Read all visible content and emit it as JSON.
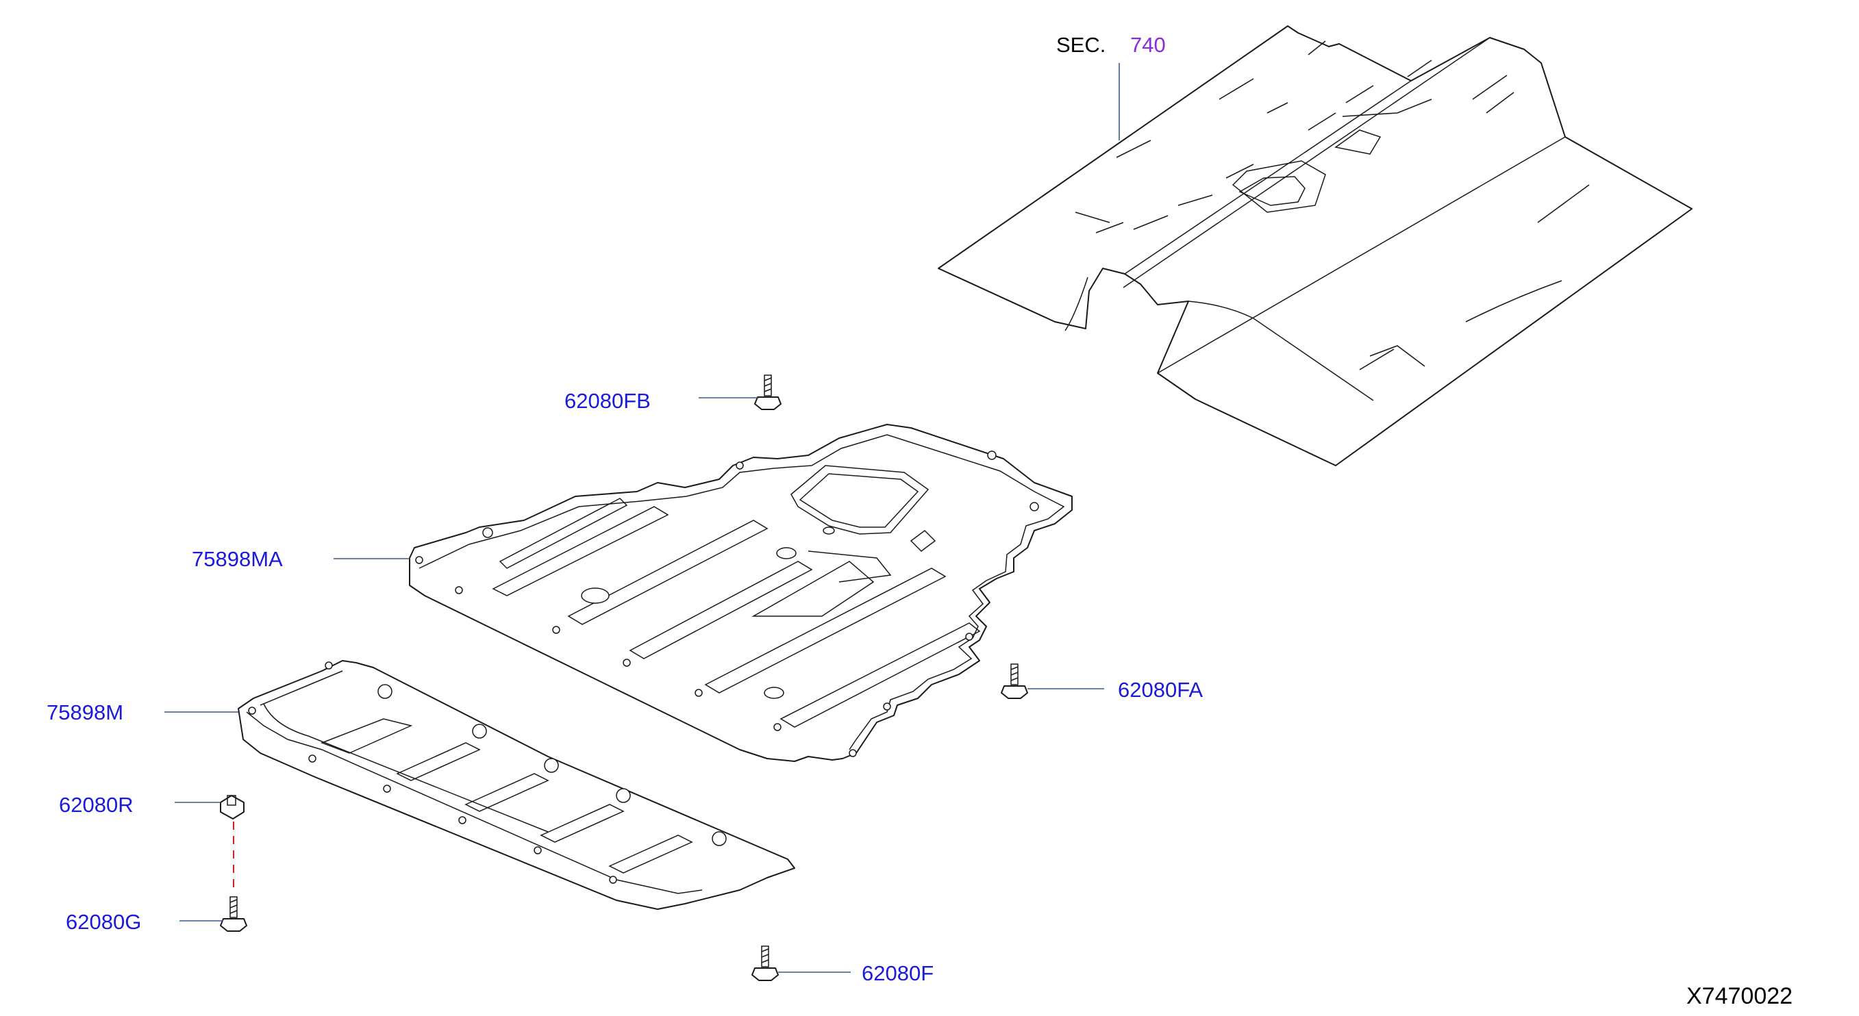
{
  "diagram_code": "X7470022",
  "section_ref": {
    "prefix": "SEC.",
    "number": "740"
  },
  "parts": [
    {
      "id": "62080FB",
      "label": "62080FB"
    },
    {
      "id": "75898MA",
      "label": "75898MA"
    },
    {
      "id": "75898M",
      "label": "75898M"
    },
    {
      "id": "62080R",
      "label": "62080R"
    },
    {
      "id": "62080G",
      "label": "62080G"
    },
    {
      "id": "62080FA",
      "label": "62080FA"
    },
    {
      "id": "62080F",
      "label": "62080F"
    }
  ],
  "colors": {
    "part_label": "#1a1adc",
    "section_link": "#8a2be2",
    "leader": "#3a5a8a",
    "dash_line": "#d62020"
  }
}
